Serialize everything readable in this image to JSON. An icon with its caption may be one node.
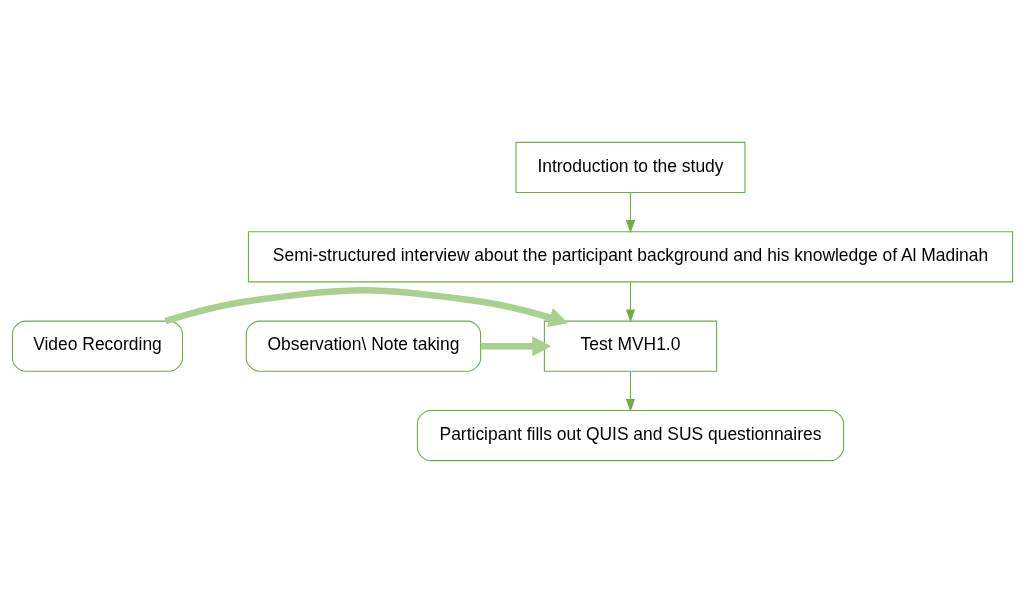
{
  "diagram": {
    "nodes": [
      {
        "text": [
          "Introduction to the study"
        ]
      },
      {
        "text": [
          "Semi-structured interview about the participant background and his knowledge of Al Madinah"
        ]
      },
      {
        "text": [
          "Video Recording"
        ]
      },
      {
        "text": [
          "Test MVH1.0"
        ]
      },
      {
        "text": [
          "Observation\\ Note taking"
        ]
      },
      {
        "text": [
          "Participant fills out QUIS and SUS questionnaires"
        ]
      }
    ],
    "edges": [
      {
        "from": 0,
        "to": 1,
        "arrow": "to"
      },
      {
        "from": 1,
        "to": 3,
        "arrow": "to"
      },
      {
        "from": 2,
        "to": 3,
        "arrow": "to",
        "style": "thick"
      },
      {
        "from": 4,
        "to": 3,
        "arrow": "to",
        "style": "thick"
      },
      {
        "from": 3,
        "to": 5,
        "arrow": "to"
      }
    ]
  }
}
